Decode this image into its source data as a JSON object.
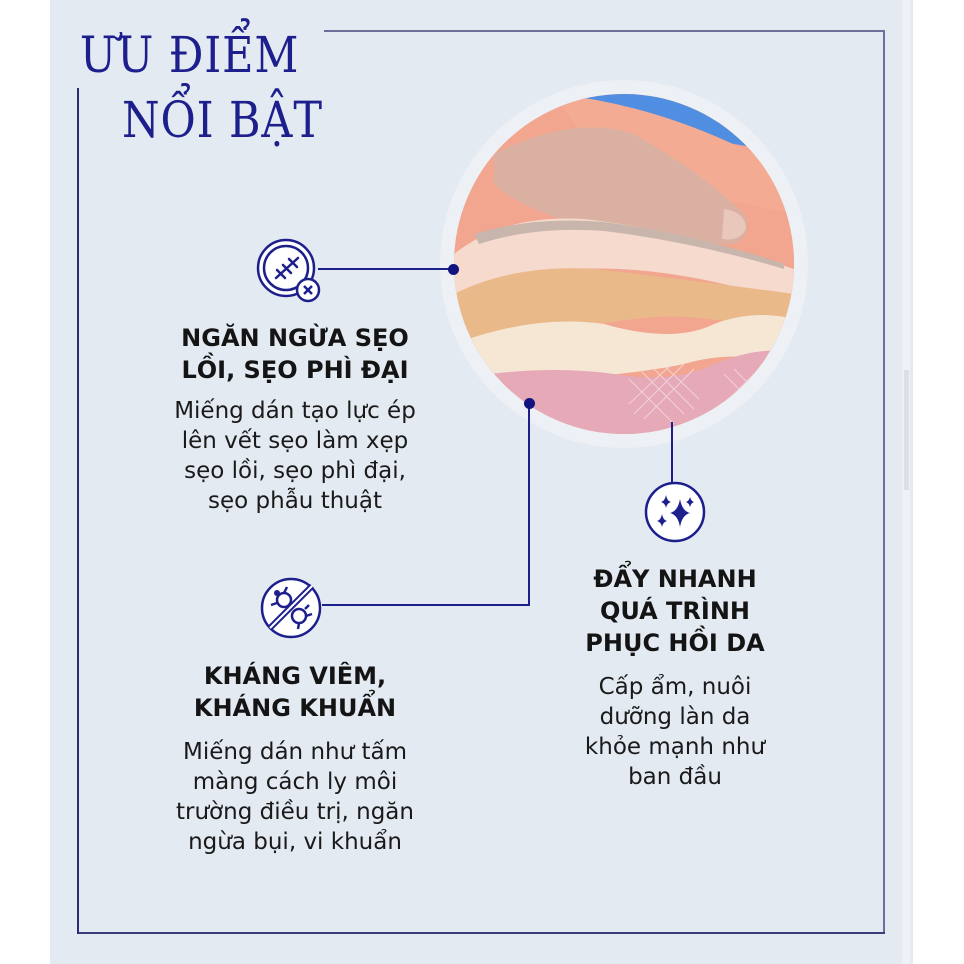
{
  "title": {
    "line1": "ƯU ĐIỂM",
    "line2": "NỔI BẬT"
  },
  "colors": {
    "accent": "#1c1f8c",
    "panel": "#e4eaf2",
    "text": "#141414"
  },
  "image": {
    "alt": "finger pressing silicone scar patch onto skin layers"
  },
  "features": [
    {
      "icon": "scar-stitch-icon",
      "heading": [
        "NGĂN NGỪA SẸO",
        "LỒI, SẸO PHÌ ĐẠI"
      ],
      "body": [
        "Miếng dán tạo lực ép",
        "lên vết sẹo làm xẹp",
        "sẹo lồi, sẹo phì đại,",
        "sẹo phẫu thuật"
      ]
    },
    {
      "icon": "no-virus-icon",
      "heading": [
        "KHÁNG VIÊM,",
        "KHÁNG KHUẨN"
      ],
      "body": [
        "Miếng dán như tấm",
        "màng cách ly môi",
        "trường điều trị, ngăn",
        "ngừa bụi, vi khuẩn"
      ]
    },
    {
      "icon": "sparkles-icon",
      "heading": [
        "ĐẨY NHANH",
        "QUÁ TRÌNH",
        "PHỤC HỒI DA"
      ],
      "body": [
        "Cấp ẩm, nuôi",
        "dưỡng làn da",
        "khỏe mạnh như",
        "ban đầu"
      ]
    }
  ]
}
